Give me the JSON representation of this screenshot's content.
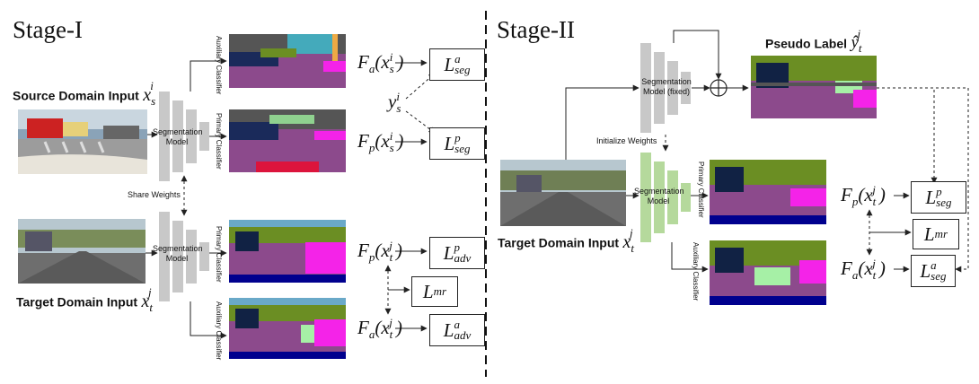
{
  "stage1": {
    "title": "Stage-I",
    "source_input_label": "Source Domain Input",
    "target_input_label": "Target Domain Input",
    "share_weights": "Share Weights",
    "seg_model_label": "Segmentation Model",
    "auxiliary_classifier": "Auxiliary Classifier",
    "primary_classifier": "Primary Classifier",
    "outputs": {
      "fa_source": "F",
      "fp_source": "F",
      "fp_target": "F",
      "fa_target": "F",
      "ys": "y"
    },
    "losses": {
      "seg_a": "L",
      "seg_p": "L",
      "adv_p": "L",
      "mr": "L",
      "adv_a": "L"
    }
  },
  "stage2": {
    "title": "Stage-II",
    "pseudo_label": "Pseudo Label",
    "seg_model_fixed": "Segmentation Model (fixed)",
    "initialize_weights": "Initialize Weights",
    "seg_model_label": "Segmentation Model",
    "primary_classifier": "Primary Classifier",
    "auxiliary_classifier": "Auxiliary Classifier",
    "target_input_label": "Target Domain Input",
    "plus_symbol": "⊕"
  },
  "colors": {
    "gray_block": "#c8c8c8",
    "green_block": "#b5d99c",
    "road_purple": "#8c4a8c",
    "veg_green": "#6b8e23",
    "sky_blue": "#4682b4",
    "sidewalk_pink": "#f423e8",
    "building_gray": "#464646",
    "car_navy": "#00008e"
  }
}
